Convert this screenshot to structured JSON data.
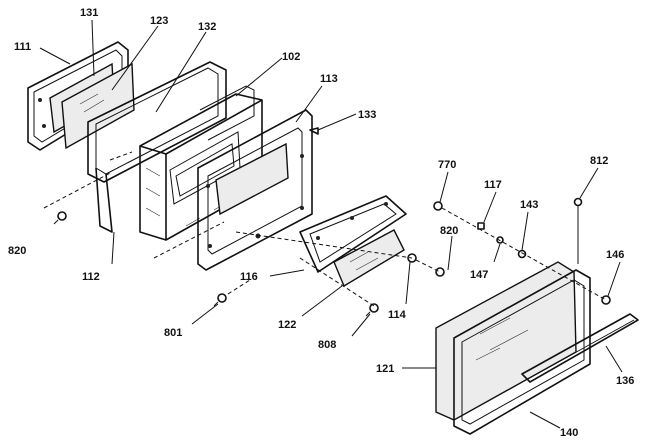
{
  "callouts": [
    {
      "id": "c111",
      "label": "111"
    },
    {
      "id": "c131",
      "label": "131"
    },
    {
      "id": "c123",
      "label": "123"
    },
    {
      "id": "c132",
      "label": "132"
    },
    {
      "id": "c102",
      "label": "102"
    },
    {
      "id": "c113",
      "label": "113"
    },
    {
      "id": "c133",
      "label": "133"
    },
    {
      "id": "c770",
      "label": "770"
    },
    {
      "id": "c117",
      "label": "117"
    },
    {
      "id": "c812",
      "label": "812"
    },
    {
      "id": "c143",
      "label": "143"
    },
    {
      "id": "c820a",
      "label": "820"
    },
    {
      "id": "c820b",
      "label": "820"
    },
    {
      "id": "c112",
      "label": "112"
    },
    {
      "id": "c116",
      "label": "116"
    },
    {
      "id": "c147",
      "label": "147"
    },
    {
      "id": "c146",
      "label": "146"
    },
    {
      "id": "c801",
      "label": "801"
    },
    {
      "id": "c122",
      "label": "122"
    },
    {
      "id": "c114",
      "label": "114"
    },
    {
      "id": "c808",
      "label": "808"
    },
    {
      "id": "c121",
      "label": "121"
    },
    {
      "id": "c136",
      "label": "136"
    },
    {
      "id": "c140",
      "label": "140"
    }
  ]
}
